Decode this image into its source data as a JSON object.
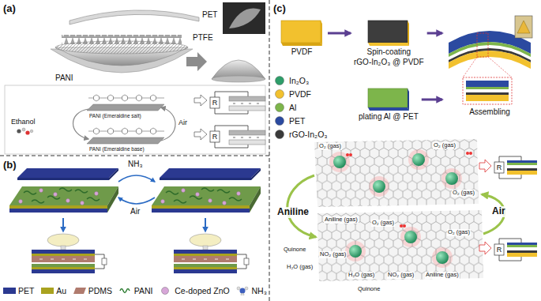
{
  "diagram": {
    "nodes": [
      {
        "text": [
          "(a)"
        ]
      },
      {
        "text": [
          "(b)"
        ]
      },
      {
        "text": [
          "(c)"
        ]
      },
      {
        "text": [
          "PVDF"
        ],
        "in": 2
      },
      {
        "text": [
          "Spin-coating",
          "rGO-In₂O₃ @ PVDF"
        ],
        "in": 2
      },
      {
        "text": [
          "plating Al @ PET"
        ],
        "in": 2
      },
      {
        "text": [
          "Assembling"
        ],
        "in": 2
      }
    ],
    "edges": [
      {
        "from": 3,
        "to": 4,
        "arrow": "to"
      },
      {
        "from": 4,
        "to": 6,
        "arrow": "to"
      },
      {
        "from": 5,
        "to": 6,
        "arrow": "to"
      }
    ],
    "labels": [
      "PET",
      "PTFE",
      "PANI",
      "PANI (Emeraldine salt)",
      "PANI (Emeraldine base)",
      "Ethanol",
      "Air",
      "R",
      "R",
      "NH₃",
      "Air",
      "Aniline",
      "Air",
      "O₂ (gas)",
      "O₂ (gas)",
      "O₂ (gas)",
      "Aniline (gas)",
      "O₂ (gas)",
      "Quinone",
      "NO₂ (gas)",
      "H₂O (gas)",
      "O₂ (gas)",
      "H₂O (gas)",
      "NO₂ (gas)",
      "Aniline (gas)",
      "Quinone",
      "R",
      "R"
    ],
    "legend": [
      {
        "text": "PET",
        "color": "#2b3990"
      },
      {
        "text": "Au",
        "color": "#a9a21f"
      },
      {
        "text": "PDMS",
        "color": "#b07b6e"
      },
      {
        "text": "PANI"
      },
      {
        "text": "Ce-doped ZnO",
        "color": "#d7a6d8"
      },
      {
        "text": "NH₃"
      },
      {
        "text": "In₂O₃",
        "color": "#2e9e6a"
      },
      {
        "text": "PVDF",
        "color": "#f2c12e"
      },
      {
        "text": "Al",
        "color": "#7db54b"
      },
      {
        "text": "PET",
        "color": "#2b4aa0"
      },
      {
        "text": "rGO-In₂O₃",
        "color": "#3a3a3a"
      }
    ]
  }
}
